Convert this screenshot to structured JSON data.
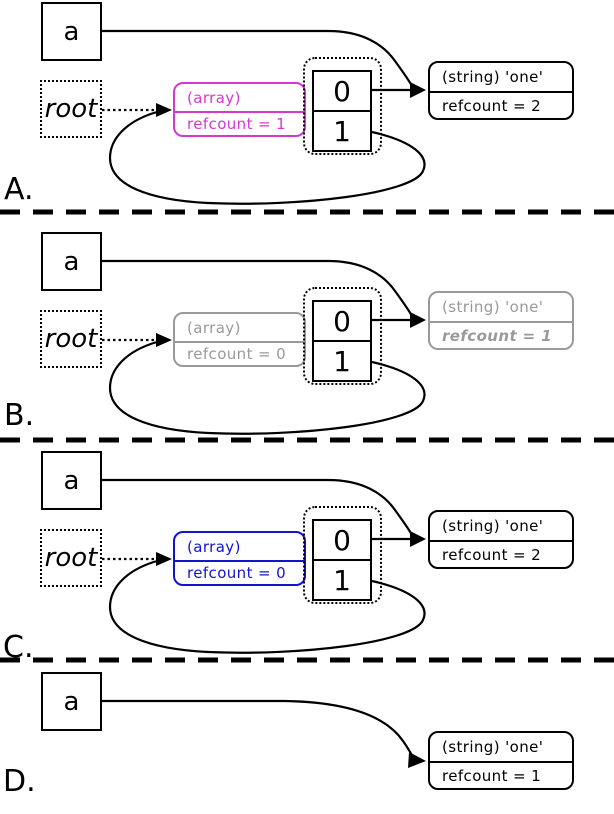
{
  "colors": {
    "line": "#000000",
    "array_state_a": "#d338d3",
    "array_state_b": "#9a9a9a",
    "array_state_c": "#1414cc",
    "grayed_string": "#9a9a9a"
  },
  "panels": [
    {
      "label": "A.",
      "var_name": "a",
      "root_name": "root",
      "array": {
        "type": "(array)",
        "refcount": "refcount = 1"
      },
      "cells": {
        "c0": "0",
        "c1": "1"
      },
      "string": {
        "type": "(string) 'one'",
        "refcount": "refcount = 2"
      }
    },
    {
      "label": "B.",
      "var_name": "a",
      "root_name": "root",
      "array": {
        "type": "(array)",
        "refcount": "refcount = 0"
      },
      "cells": {
        "c0": "0",
        "c1": "1"
      },
      "string": {
        "type": "(string) 'one'",
        "refcount": "refcount = 1"
      }
    },
    {
      "label": "C.",
      "var_name": "a",
      "root_name": "root",
      "array": {
        "type": "(array)",
        "refcount": "refcount = 0"
      },
      "cells": {
        "c0": "0",
        "c1": "1"
      },
      "string": {
        "type": "(string) 'one'",
        "refcount": "refcount = 2"
      }
    },
    {
      "label": "D.",
      "var_name": "a",
      "string": {
        "type": "(string) 'one'",
        "refcount": "refcount = 1"
      }
    }
  ]
}
